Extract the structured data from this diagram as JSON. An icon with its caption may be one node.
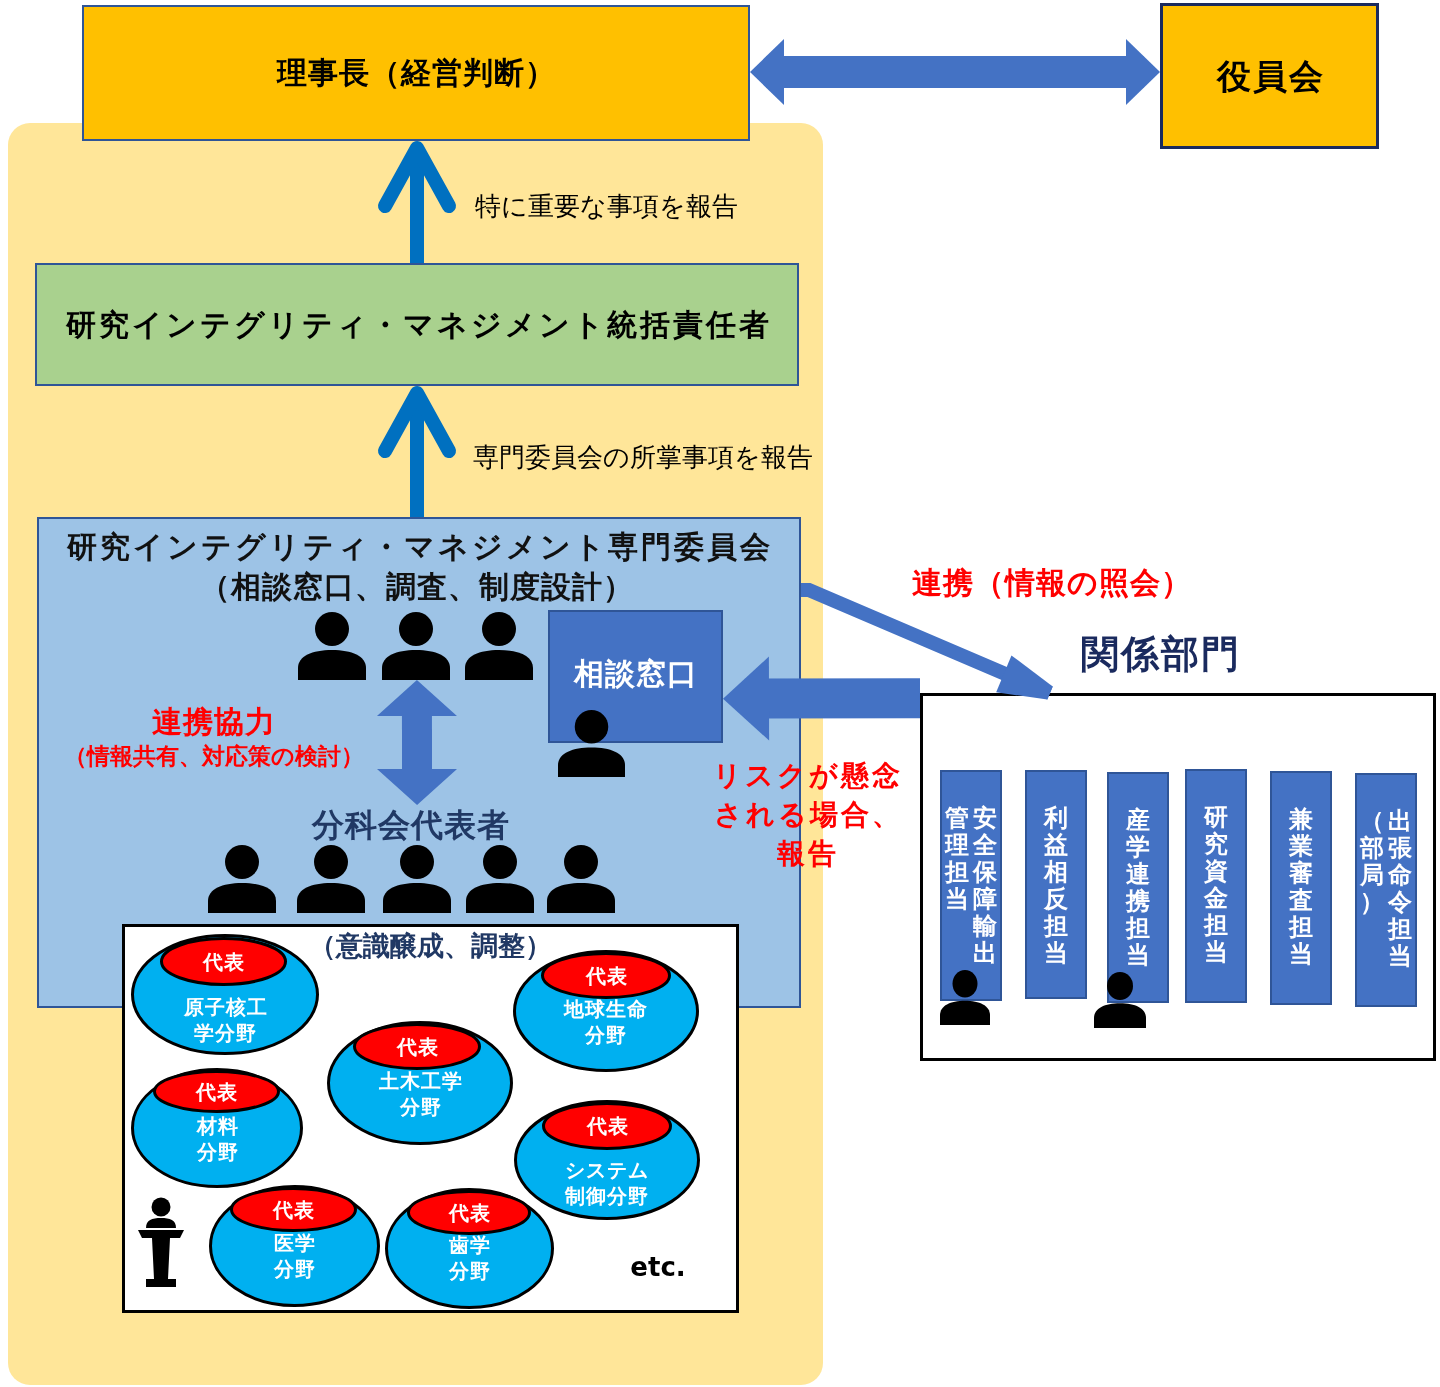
{
  "diagram": {
    "nodes": [
      {
        "text": [
          "理事長（経営判断）"
        ]
      },
      {
        "text": [
          "役員会"
        ]
      },
      {
        "text": [],
        "shape": "box"
      },
      {
        "text": [
          "研究インテグリティ・マネジメント統括責任者"
        ],
        "in": 2
      },
      {
        "text": [
          "研究インテグリティ・マネジメント専門委員会",
          "（相談窓口、調査、制度設計）"
        ],
        "in": 2
      },
      {
        "text": [],
        "shape": "person",
        "in": 4
      },
      {
        "text": [
          "相談窓口"
        ],
        "in": 4
      },
      {
        "text": [
          "分科会代表者"
        ],
        "in": 4
      },
      {
        "text": [
          "（意識醸成、調整）"
        ],
        "in": 2
      },
      {
        "text": [
          "原子核工学分野"
        ],
        "in": 8
      },
      {
        "text": [
          "代表"
        ]
      },
      {
        "text": [
          "地球生命分野"
        ],
        "in": 8
      },
      {
        "text": [
          "代表"
        ]
      },
      {
        "text": [
          "土木工学分野"
        ],
        "in": 8
      },
      {
        "text": [
          "代表"
        ],
        "in": 13
      },
      {
        "text": [
          "材料分野"
        ],
        "in": 8
      },
      {
        "text": [
          "代表"
        ],
        "in": 15
      },
      {
        "text": [
          "システム制御分野"
        ],
        "in": 8
      },
      {
        "text": [
          "代表"
        ],
        "in": 17
      },
      {
        "text": [
          "医学分野"
        ],
        "in": 8
      },
      {
        "text": [
          "代表"
        ],
        "in": 19
      },
      {
        "text": [
          "歯学分野"
        ],
        "in": 8
      },
      {
        "text": [
          "代表"
        ],
        "in": 21
      },
      {
        "text": [
          "関係部門"
        ]
      },
      {
        "text": [
          "安全保障輸出管理担当"
        ],
        "in": 23
      },
      {
        "text": [
          "利益相反担当"
        ],
        "in": 23
      },
      {
        "text": [
          "産学連携担当"
        ],
        "in": 23
      },
      {
        "text": [
          "研究資金担当"
        ],
        "in": 23
      },
      {
        "text": [
          "兼業審査担当"
        ],
        "in": 23
      },
      {
        "text": [
          "出張命令担当（部局）"
        ],
        "in": 23
      }
    ],
    "edges": [
      {
        "from": 0,
        "to": 1,
        "arrow": "both",
        "style": "thick"
      },
      {
        "from": 3,
        "to": 0,
        "arrow": "to",
        "label": "特に重要な事項を報告",
        "color": "#0070c0"
      },
      {
        "from": 4,
        "to": 3,
        "arrow": "to",
        "label": "専門委員会の所掌事項を報告",
        "color": "#0070c0"
      },
      {
        "from": 5,
        "to": 7,
        "arrow": "both",
        "label": "連携協力",
        "style": "thick"
      },
      {
        "from": 4,
        "to": 23,
        "arrow": "to",
        "label": "連携（情報の照会）"
      },
      {
        "from": 23,
        "to": 6,
        "arrow": "to",
        "label": "リスクが懸念される場合、報告",
        "style": "thick"
      }
    ],
    "labels": [
      "（情報共有、対応策の検討）",
      "etc."
    ]
  }
}
